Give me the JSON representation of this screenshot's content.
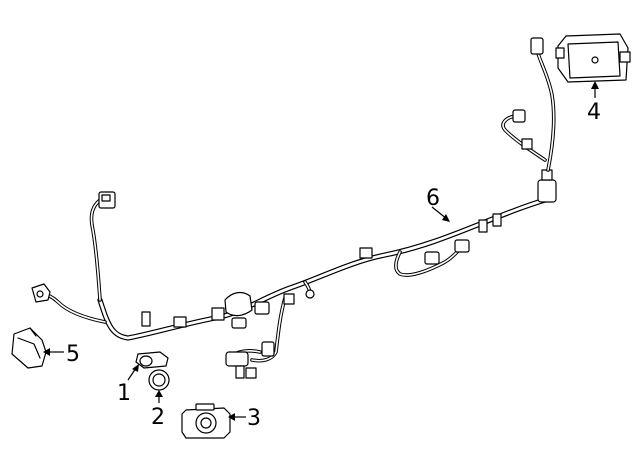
{
  "callouts": [
    {
      "id": "1",
      "label": "1",
      "part": "parking-sensor"
    },
    {
      "id": "2",
      "label": "2",
      "part": "sensor-retainer-ring"
    },
    {
      "id": "3",
      "label": "3",
      "part": "sensor-bezel"
    },
    {
      "id": "4",
      "label": "4",
      "part": "control-module"
    },
    {
      "id": "5",
      "label": "5",
      "part": "sensor-bracket"
    },
    {
      "id": "6",
      "label": "6",
      "part": "bumper-wiring-harness"
    }
  ],
  "colors": {
    "line": "#000000",
    "background": "#ffffff"
  }
}
